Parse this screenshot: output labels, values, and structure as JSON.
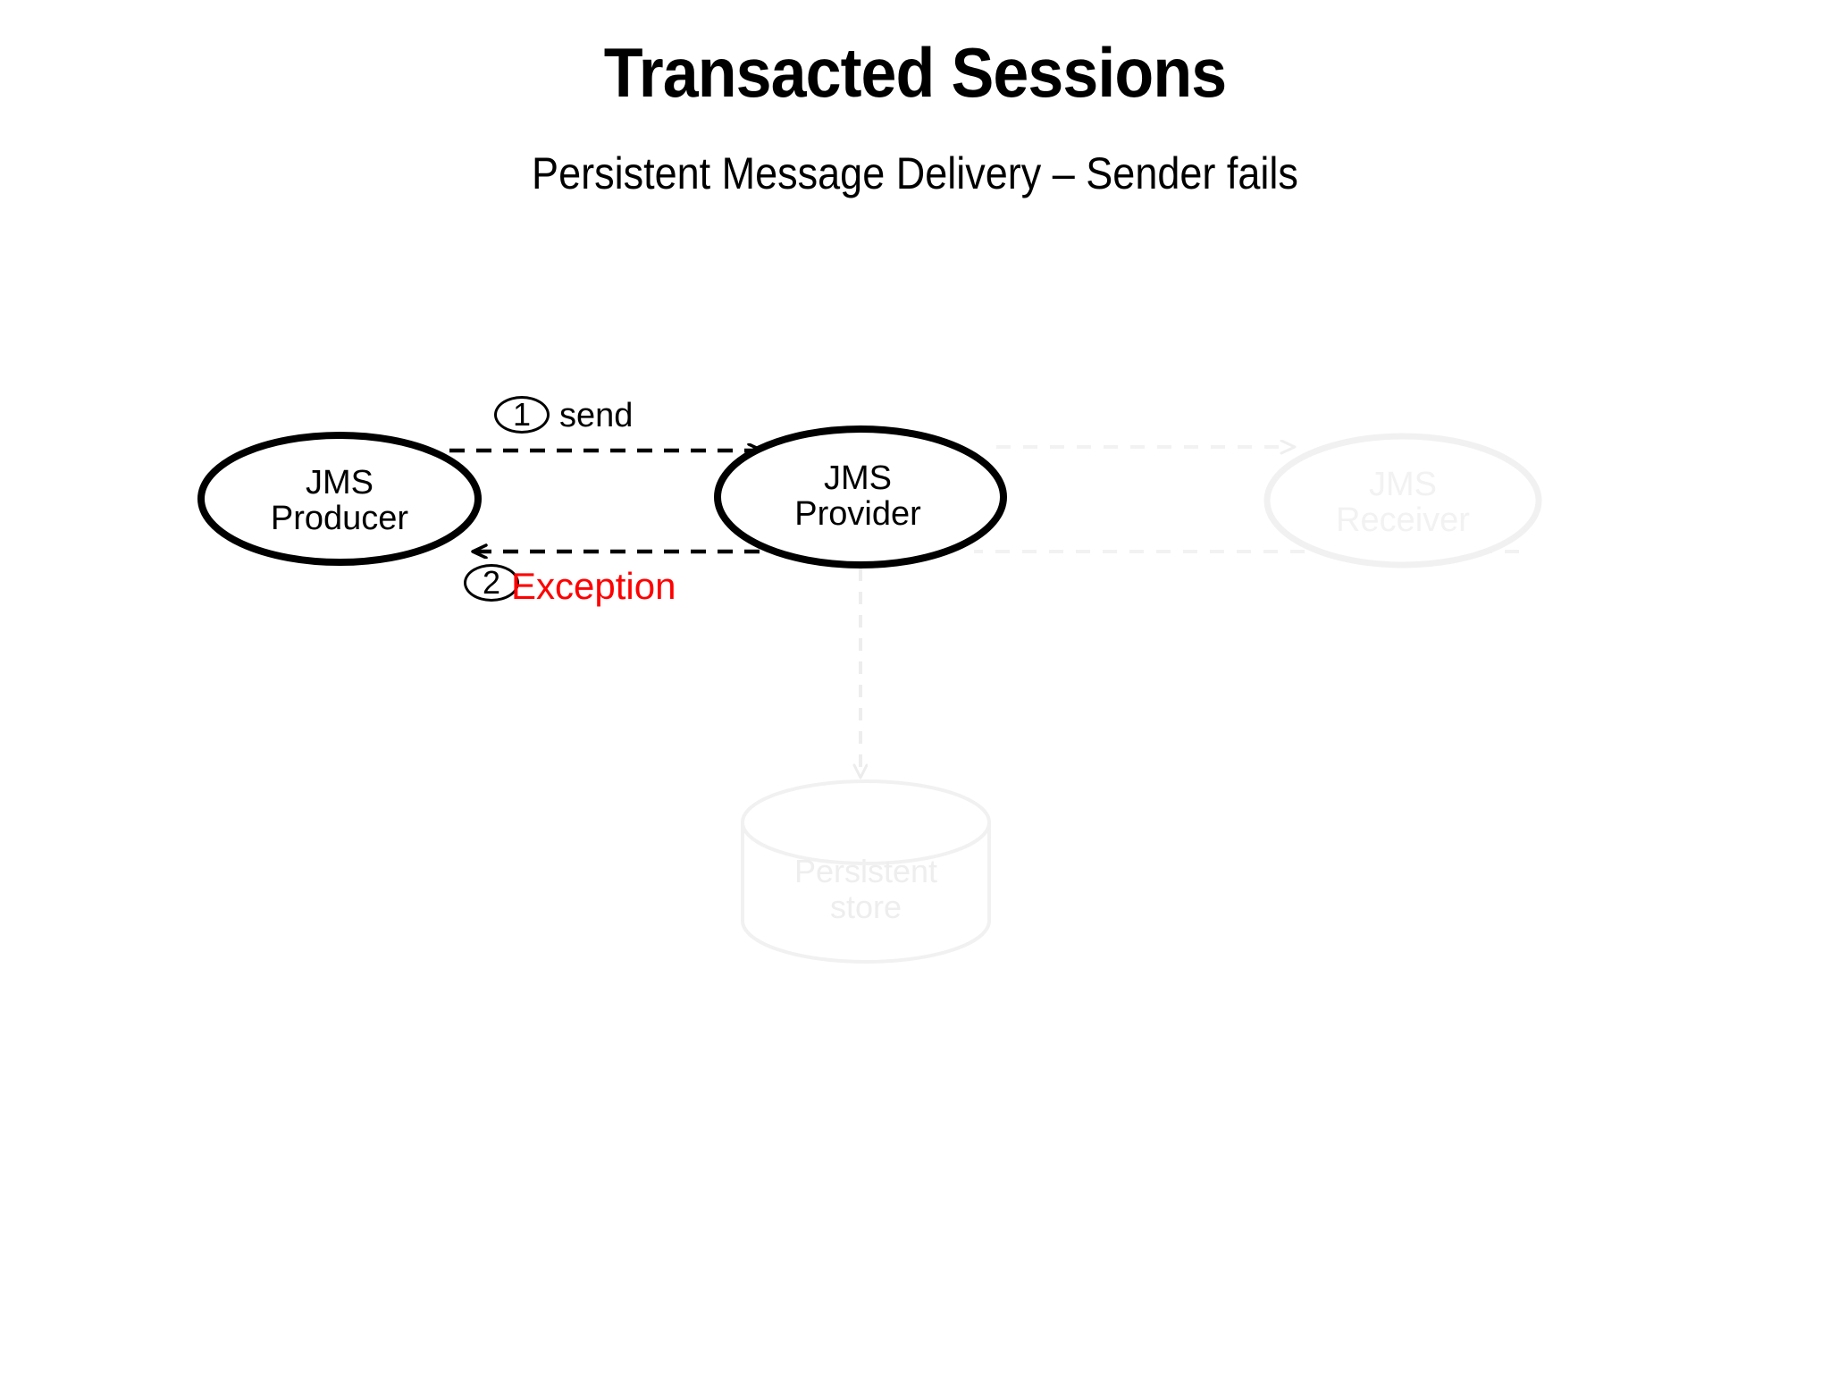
{
  "slide": {
    "title": "Transacted Sessions",
    "subtitle": "Persistent Message Delivery – Sender fails",
    "background_color": "#ffffff"
  },
  "colors": {
    "active_stroke": "#000000",
    "error_text": "#ff0000",
    "faded_stroke": "#f1f1f1",
    "faded_text": "#f0f0f0",
    "faded_store_text": "#eeeeee"
  },
  "diagram": {
    "type": "sequence-flow",
    "nodes": [
      {
        "id": "jms-producer",
        "shape": "ellipse",
        "label": "JMS\nProducer",
        "state": "active"
      },
      {
        "id": "jms-provider",
        "shape": "ellipse",
        "label": "JMS\nProvider",
        "state": "active"
      },
      {
        "id": "jms-receiver",
        "shape": "ellipse",
        "label": "JMS\nReceiver",
        "state": "faded"
      },
      {
        "id": "persistent-store",
        "shape": "cylinder",
        "label": "Persistent\nstore",
        "state": "faded"
      }
    ],
    "steps": [
      {
        "number": "1",
        "label": "send",
        "from": "jms-producer",
        "to": "jms-provider",
        "state": "active",
        "color": "#000000"
      },
      {
        "number": "2",
        "label": "Exception",
        "from": "jms-provider",
        "to": "jms-producer",
        "state": "active",
        "color": "#ff0000"
      }
    ],
    "faded_connectors": [
      {
        "id": "provider-to-receiver-top",
        "from": "jms-provider",
        "to": "jms-receiver"
      },
      {
        "id": "receiver-to-provider-bottom",
        "from": "jms-receiver",
        "to": "jms-provider"
      },
      {
        "id": "provider-to-store",
        "from": "jms-provider",
        "to": "persistent-store"
      }
    ]
  }
}
